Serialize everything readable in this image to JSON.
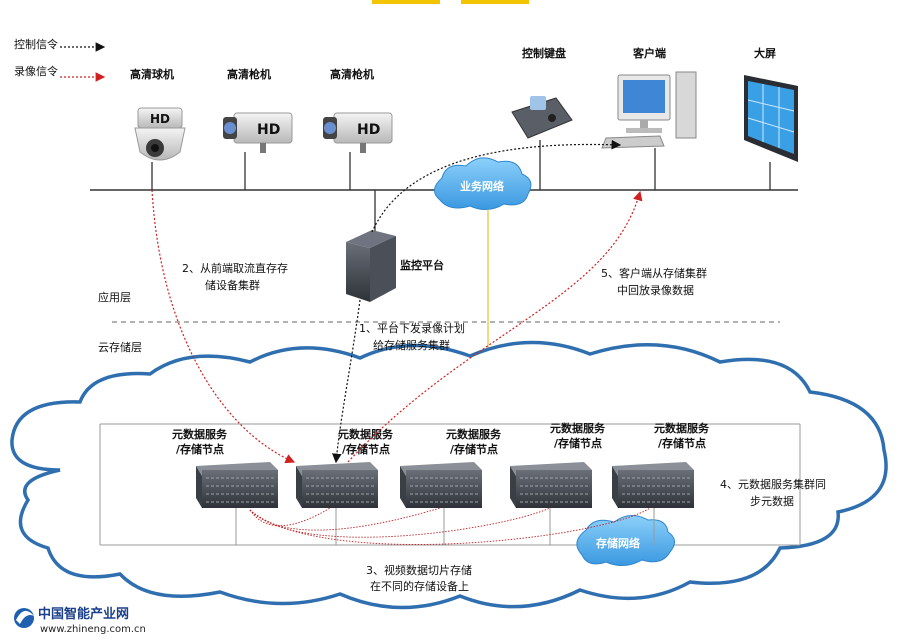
{
  "legend": {
    "control_signal": "控制信令",
    "record_signal": "录像信令"
  },
  "devices": {
    "dome_camera": "高清球机",
    "gun_camera_1": "高清枪机",
    "gun_camera_2": "高清枪机",
    "hd_badge": "HD",
    "control_keyboard": "控制键盘",
    "client": "客户端",
    "big_screen": "大屏",
    "monitor_platform": "监控平台"
  },
  "networks": {
    "business_network": "业务网络",
    "storage_network": "存储网络"
  },
  "layers": {
    "application": "应用层",
    "cloud_storage": "云存储层"
  },
  "steps": {
    "step1_line1": "1、平台下发录像计划",
    "step1_line2": "给存储服务集群",
    "step2_line1": "2、从前端取流直存存",
    "step2_line2": "储设备集群",
    "step3_line1": "3、视频数据切片存储",
    "step3_line2": "在不同的存储设备上",
    "step4_line1": "4、元数据服务集群同",
    "step4_line2": "步元数据",
    "step5_line1": "5、客户端从存储集群",
    "step5_line2": "中回放录像数据"
  },
  "nodes": [
    {
      "line1": "元数据服务",
      "line2": "/存储节点"
    },
    {
      "line1": "元数据服务",
      "line2": "/存储节点"
    },
    {
      "line1": "元数据服务",
      "line2": "/存储节点"
    },
    {
      "line1": "元数据服务",
      "line2": "/存储节点"
    },
    {
      "line1": "元数据服务",
      "line2": "/存储节点"
    }
  ],
  "logo": {
    "name": "中国智能产业网",
    "url": "www.zhineng.com.cn"
  },
  "colors": {
    "accent_yellow": "#f5c400",
    "cloud_stroke": "#2f6fb0",
    "network_blue": "#5aaee8",
    "record_red": "#d02020",
    "control_black": "#111111",
    "link_yellow": "#f0d060"
  }
}
